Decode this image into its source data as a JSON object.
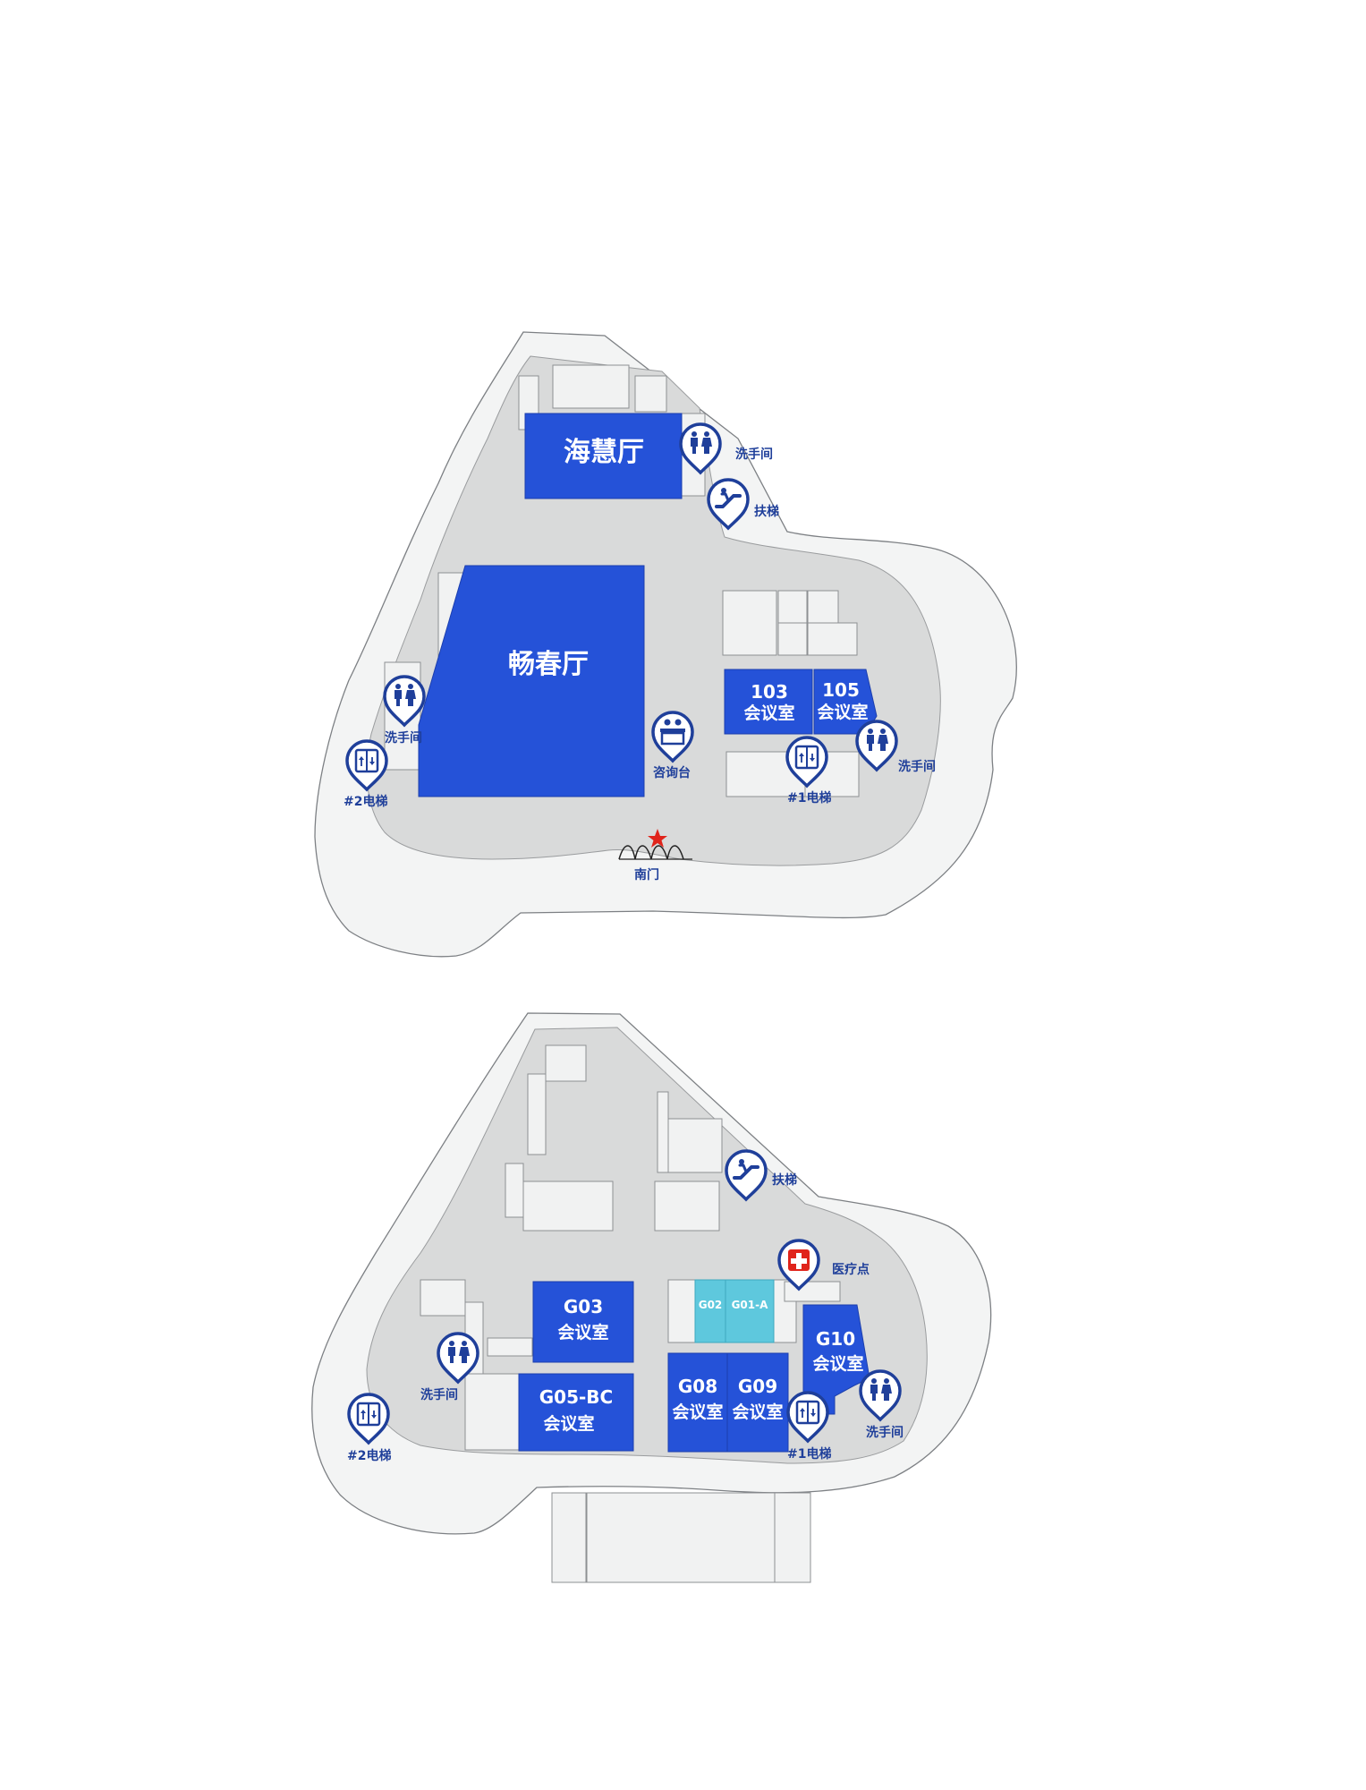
{
  "colors": {
    "room_blue": "#2552d8",
    "room_cyan": "#5ec8dd",
    "poi_blue": "#1f3f9a",
    "floor_gray": "#d9dada",
    "outline_gray": "#f3f4f4",
    "entrance_star": "#e0241b",
    "medical_red": "#e0241b"
  },
  "floor1": {
    "rooms": {
      "haihui": "海慧厅",
      "changchun": "畅春厅",
      "r103_num": "103",
      "r103_name": "会议室",
      "r105_num": "105",
      "r105_name": "会议室"
    },
    "pois": {
      "restroom_top": "洗手间",
      "escalator": "扶梯",
      "restroom_left": "洗手间",
      "elevator2": "#2电梯",
      "info_desk": "咨询台",
      "elevator1": "#1电梯",
      "restroom_right": "洗手间",
      "south_gate": "南门"
    }
  },
  "floor_g": {
    "rooms": {
      "g03_num": "G03",
      "g03_name": "会议室",
      "g05_num": "G05-BC",
      "g05_name": "会议室",
      "g02_num": "G02",
      "g01_num": "G01-A",
      "g08_num": "G08",
      "g08_name": "会议室",
      "g09_num": "G09",
      "g09_name": "会议室",
      "g10_num": "G10",
      "g10_name": "会议室"
    },
    "pois": {
      "escalator": "扶梯",
      "medical": "医疗点",
      "restroom_left": "洗手间",
      "elevator2": "#2电梯",
      "elevator1": "#1电梯",
      "restroom_right": "洗手间"
    }
  }
}
